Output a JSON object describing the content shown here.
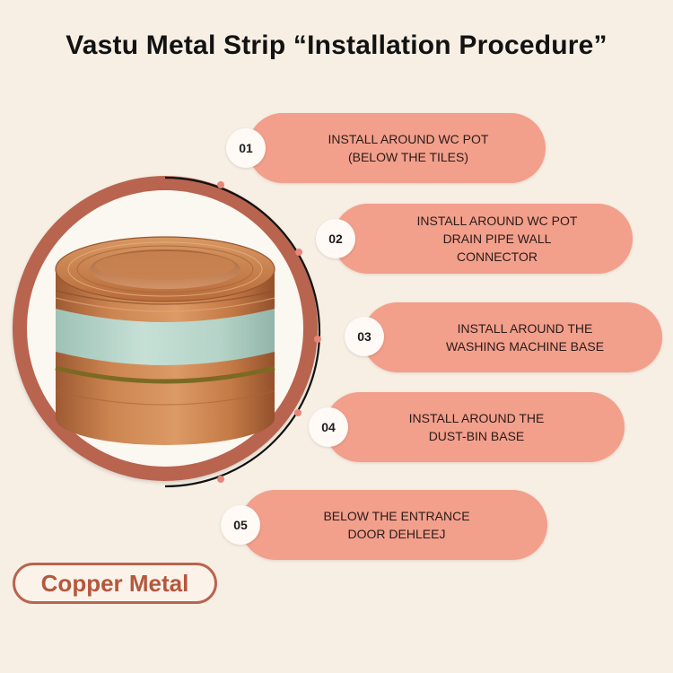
{
  "title": "Vastu Metal Strip “Installation Procedure”",
  "product": {
    "badge_label": "Copper Metal"
  },
  "steps": [
    {
      "number": "01",
      "text": "INSTALL AROUND WC POT\n(BELOW THE TILES)"
    },
    {
      "number": "02",
      "text": "INSTALL AROUND WC POT\nDRAIN PIPE WALL\nCONNECTOR"
    },
    {
      "number": "03",
      "text": "INSTALL AROUND THE\nWASHING MACHINE BASE"
    },
    {
      "number": "04",
      "text": "INSTALL AROUND THE\nDUST-BIN BASE"
    },
    {
      "number": "05",
      "text": "BELOW THE ENTRANCE\nDOOR DEHLEEJ"
    }
  ],
  "colors": {
    "background": "#f7efe4",
    "pill": "#f29f8c",
    "copper": "#b8644f"
  }
}
